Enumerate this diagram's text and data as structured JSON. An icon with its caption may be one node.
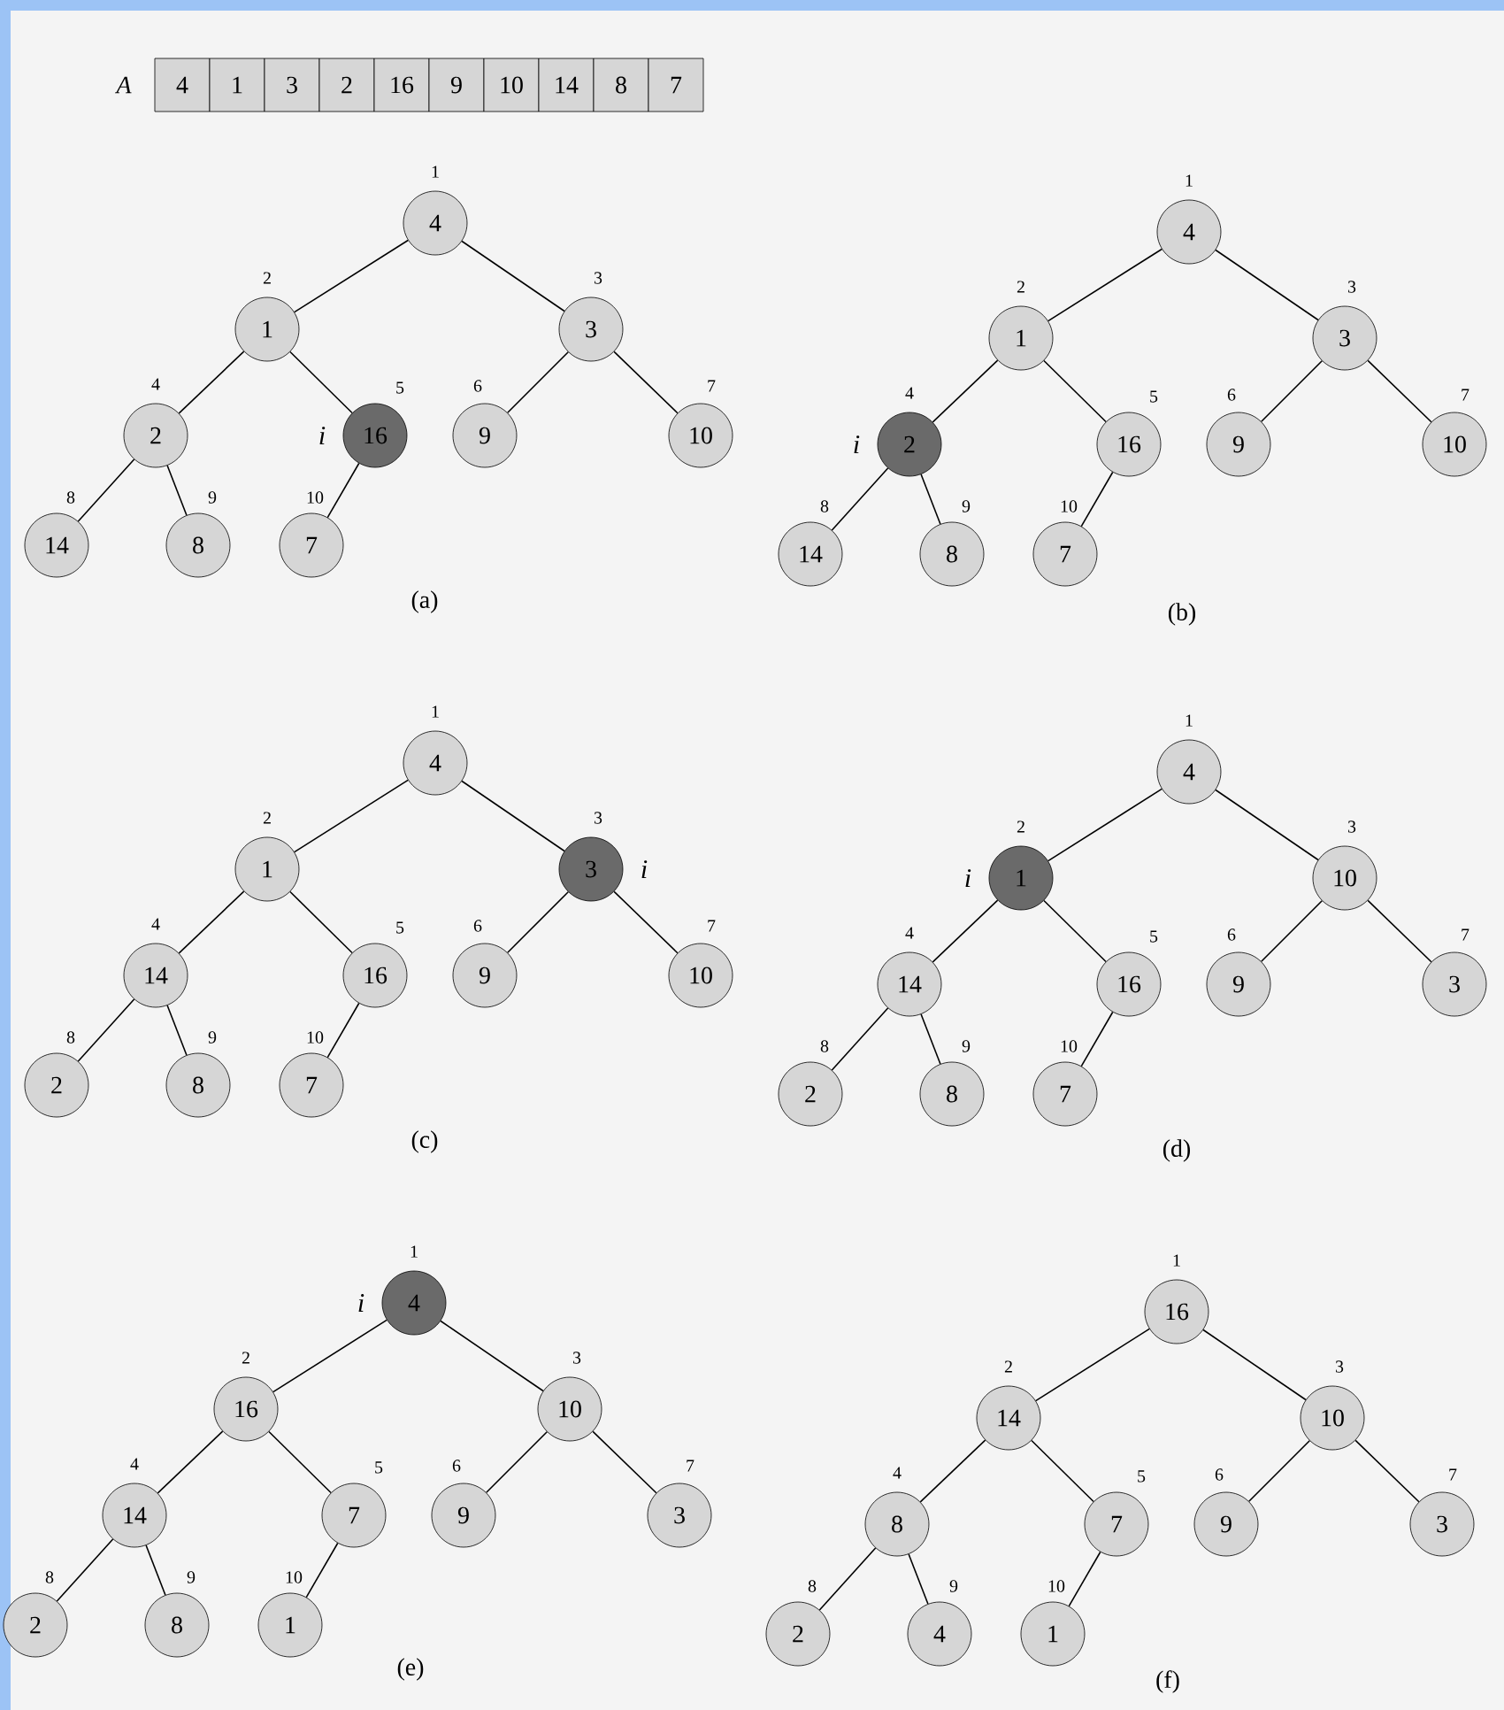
{
  "diagram": {
    "nodes": [
      {
        "text": [
          "4"
        ]
      },
      {
        "text": [
          "1"
        ]
      },
      {
        "text": [
          "3"
        ]
      },
      {
        "text": [
          "2"
        ]
      },
      {
        "text": [
          "16"
        ]
      },
      {
        "text": [
          "9"
        ]
      },
      {
        "text": [
          "10"
        ]
      },
      {
        "text": [
          "14"
        ]
      },
      {
        "text": [
          "8"
        ]
      },
      {
        "text": [
          "7"
        ]
      },
      {
        "text": [
          "4"
        ],
        "beside": [
          "1"
        ]
      },
      {
        "text": [
          "1"
        ],
        "beside": [
          "2"
        ]
      },
      {
        "text": [
          "3"
        ],
        "beside": [
          "3"
        ]
      },
      {
        "text": [
          "2"
        ],
        "beside": [
          "4"
        ]
      },
      {
        "text": [
          "16"
        ],
        "beside": [
          "5",
          "i"
        ]
      },
      {
        "text": [
          "9"
        ],
        "beside": [
          "6"
        ]
      },
      {
        "text": [
          "10"
        ],
        "beside": [
          "7"
        ]
      },
      {
        "text": [
          "14"
        ],
        "beside": [
          "8"
        ]
      },
      {
        "text": [
          "8"
        ],
        "beside": [
          "9"
        ]
      },
      {
        "text": [
          "7"
        ],
        "beside": [
          "10"
        ]
      },
      {
        "text": [
          "4"
        ],
        "beside": [
          "1"
        ]
      },
      {
        "text": [
          "1"
        ],
        "beside": [
          "2"
        ]
      },
      {
        "text": [
          "3"
        ],
        "beside": [
          "3"
        ]
      },
      {
        "text": [
          "2"
        ],
        "beside": [
          "4",
          "i"
        ]
      },
      {
        "text": [
          "16"
        ],
        "beside": [
          "5"
        ]
      },
      {
        "text": [
          "9"
        ],
        "beside": [
          "6"
        ]
      },
      {
        "text": [
          "10"
        ],
        "beside": [
          "7"
        ]
      },
      {
        "text": [
          "14"
        ],
        "beside": [
          "8"
        ]
      },
      {
        "text": [
          "8"
        ],
        "beside": [
          "9"
        ]
      },
      {
        "text": [
          "7"
        ],
        "beside": [
          "10"
        ]
      },
      {
        "text": [
          "4"
        ],
        "beside": [
          "1"
        ]
      },
      {
        "text": [
          "1"
        ],
        "beside": [
          "2"
        ]
      },
      {
        "text": [
          "3"
        ],
        "beside": [
          "3",
          "i"
        ]
      },
      {
        "text": [
          "14"
        ],
        "beside": [
          "4"
        ]
      },
      {
        "text": [
          "16"
        ],
        "beside": [
          "5"
        ]
      },
      {
        "text": [
          "9"
        ],
        "beside": [
          "6"
        ]
      },
      {
        "text": [
          "10"
        ],
        "beside": [
          "7"
        ]
      },
      {
        "text": [
          "2"
        ],
        "beside": [
          "8"
        ]
      },
      {
        "text": [
          "8"
        ],
        "beside": [
          "9"
        ]
      },
      {
        "text": [
          "7"
        ],
        "beside": [
          "10"
        ]
      },
      {
        "text": [
          "4"
        ],
        "beside": [
          "1"
        ]
      },
      {
        "text": [
          "1"
        ],
        "beside": [
          "2",
          "i"
        ]
      },
      {
        "text": [
          "10"
        ],
        "beside": [
          "3"
        ]
      },
      {
        "text": [
          "14"
        ],
        "beside": [
          "4"
        ]
      },
      {
        "text": [
          "16"
        ],
        "beside": [
          "5"
        ]
      },
      {
        "text": [
          "9"
        ],
        "beside": [
          "6"
        ]
      },
      {
        "text": [
          "3"
        ],
        "beside": [
          "7"
        ]
      },
      {
        "text": [
          "2"
        ],
        "beside": [
          "8"
        ]
      },
      {
        "text": [
          "8"
        ],
        "beside": [
          "9"
        ]
      },
      {
        "text": [
          "7"
        ],
        "beside": [
          "10"
        ]
      },
      {
        "text": [
          "4"
        ],
        "beside": [
          "1",
          "i"
        ]
      },
      {
        "text": [
          "16"
        ],
        "beside": [
          "2"
        ]
      },
      {
        "text": [
          "10"
        ],
        "beside": [
          "3"
        ]
      },
      {
        "text": [
          "14"
        ],
        "beside": [
          "4"
        ]
      },
      {
        "text": [
          "7"
        ],
        "beside": [
          "5"
        ]
      },
      {
        "text": [
          "9"
        ],
        "beside": [
          "6"
        ]
      },
      {
        "text": [
          "3"
        ],
        "beside": [
          "7"
        ]
      },
      {
        "text": [
          "2"
        ],
        "beside": [
          "8"
        ]
      },
      {
        "text": [
          "8"
        ],
        "beside": [
          "9"
        ]
      },
      {
        "text": [
          "1"
        ],
        "beside": [
          "10"
        ]
      },
      {
        "text": [
          "16"
        ],
        "beside": [
          "1"
        ]
      },
      {
        "text": [
          "14"
        ],
        "beside": [
          "2"
        ]
      },
      {
        "text": [
          "10"
        ],
        "beside": [
          "3"
        ]
      },
      {
        "text": [
          "8"
        ],
        "beside": [
          "4"
        ]
      },
      {
        "text": [
          "7"
        ],
        "beside": [
          "5"
        ]
      },
      {
        "text": [
          "9"
        ],
        "beside": [
          "6"
        ]
      },
      {
        "text": [
          "3"
        ],
        "beside": [
          "7"
        ]
      },
      {
        "text": [
          "2"
        ],
        "beside": [
          "8"
        ]
      },
      {
        "text": [
          "4"
        ],
        "beside": [
          "9"
        ]
      },
      {
        "text": [
          "1"
        ],
        "beside": [
          "10"
        ]
      }
    ],
    "edges": [
      {
        "from": 10,
        "to": 11,
        "arrow": "none"
      },
      {
        "from": 10,
        "to": 12,
        "arrow": "none"
      },
      {
        "from": 11,
        "to": 13,
        "arrow": "none"
      },
      {
        "from": 11,
        "to": 14,
        "arrow": "none"
      },
      {
        "from": 12,
        "to": 15,
        "arrow": "none"
      },
      {
        "from": 12,
        "to": 16,
        "arrow": "none"
      },
      {
        "from": 13,
        "to": 17,
        "arrow": "none"
      },
      {
        "from": 13,
        "to": 18,
        "arrow": "none"
      },
      {
        "from": 14,
        "to": 19,
        "arrow": "none"
      },
      {
        "from": 20,
        "to": 21,
        "arrow": "none"
      },
      {
        "from": 20,
        "to": 22,
        "arrow": "none"
      },
      {
        "from": 21,
        "to": 23,
        "arrow": "none"
      },
      {
        "from": 21,
        "to": 24,
        "arrow": "none"
      },
      {
        "from": 22,
        "to": 25,
        "arrow": "none"
      },
      {
        "from": 22,
        "to": 26,
        "arrow": "none"
      },
      {
        "from": 23,
        "to": 27,
        "arrow": "none"
      },
      {
        "from": 23,
        "to": 28,
        "arrow": "none"
      },
      {
        "from": 24,
        "to": 29,
        "arrow": "none"
      },
      {
        "from": 30,
        "to": 31,
        "arrow": "none"
      },
      {
        "from": 30,
        "to": 32,
        "arrow": "none"
      },
      {
        "from": 31,
        "to": 33,
        "arrow": "none"
      },
      {
        "from": 31,
        "to": 34,
        "arrow": "none"
      },
      {
        "from": 32,
        "to": 35,
        "arrow": "none"
      },
      {
        "from": 32,
        "to": 36,
        "arrow": "none"
      },
      {
        "from": 33,
        "to": 37,
        "arrow": "none"
      },
      {
        "from": 33,
        "to": 38,
        "arrow": "none"
      },
      {
        "from": 34,
        "to": 39,
        "arrow": "none"
      },
      {
        "from": 40,
        "to": 41,
        "arrow": "none"
      },
      {
        "from": 40,
        "to": 42,
        "arrow": "none"
      },
      {
        "from": 41,
        "to": 43,
        "arrow": "none"
      },
      {
        "from": 41,
        "to": 44,
        "arrow": "none"
      },
      {
        "from": 42,
        "to": 45,
        "arrow": "none"
      },
      {
        "from": 42,
        "to": 46,
        "arrow": "none"
      },
      {
        "from": 43,
        "to": 47,
        "arrow": "none"
      },
      {
        "from": 43,
        "to": 48,
        "arrow": "none"
      },
      {
        "from": 44,
        "to": 49,
        "arrow": "none"
      },
      {
        "from": 50,
        "to": 51,
        "arrow": "none"
      },
      {
        "from": 50,
        "to": 52,
        "arrow": "none"
      },
      {
        "from": 51,
        "to": 53,
        "arrow": "none"
      },
      {
        "from": 51,
        "to": 54,
        "arrow": "none"
      },
      {
        "from": 52,
        "to": 55,
        "arrow": "none"
      },
      {
        "from": 52,
        "to": 56,
        "arrow": "none"
      },
      {
        "from": 53,
        "to": 57,
        "arrow": "none"
      },
      {
        "from": 53,
        "to": 58,
        "arrow": "none"
      },
      {
        "from": 54,
        "to": 59,
        "arrow": "none"
      },
      {
        "from": 60,
        "to": 61,
        "arrow": "none"
      },
      {
        "from": 60,
        "to": 62,
        "arrow": "none"
      },
      {
        "from": 61,
        "to": 63,
        "arrow": "none"
      },
      {
        "from": 61,
        "to": 64,
        "arrow": "none"
      },
      {
        "from": 62,
        "to": 65,
        "arrow": "none"
      },
      {
        "from": 62,
        "to": 66,
        "arrow": "none"
      },
      {
        "from": 63,
        "to": 67,
        "arrow": "none"
      },
      {
        "from": 63,
        "to": 68,
        "arrow": "none"
      },
      {
        "from": 64,
        "to": 69,
        "arrow": "none"
      }
    ],
    "labels": [
      "A",
      "(a)",
      "(b)",
      "(c)",
      "(d)",
      "(e)",
      "(f)"
    ]
  }
}
